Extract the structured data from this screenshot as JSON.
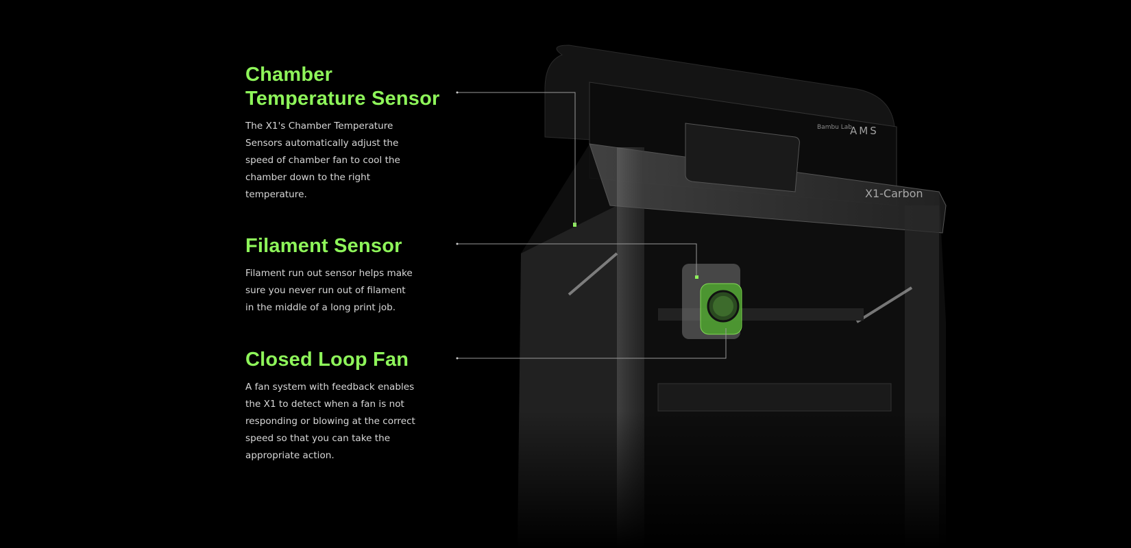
{
  "features": [
    {
      "title": "Chamber Temperature Sensor",
      "title_line1": "Chamber",
      "title_line2": "Temperature Sensor",
      "description": "The X1's Chamber Temperature Sensors automatically adjust the speed of chamber fan to cool the chamber down to the right temperature."
    },
    {
      "title": "Filament Sensor",
      "description": "Filament run out sensor helps make sure you never run out of filament in the middle of a long print job."
    },
    {
      "title": "Closed Loop Fan",
      "description": "A fan system with feedback enables the X1 to detect when a fan is not responding or blowing at the correct speed so that you can take the appropriate action."
    }
  ],
  "product": {
    "ams_label": "AMS",
    "model_label": "X1-Carbon",
    "brand": "Bambu Lab"
  },
  "colors": {
    "accent": "#8ef55a",
    "background": "#000000",
    "body_text": "#d8d8d8"
  }
}
